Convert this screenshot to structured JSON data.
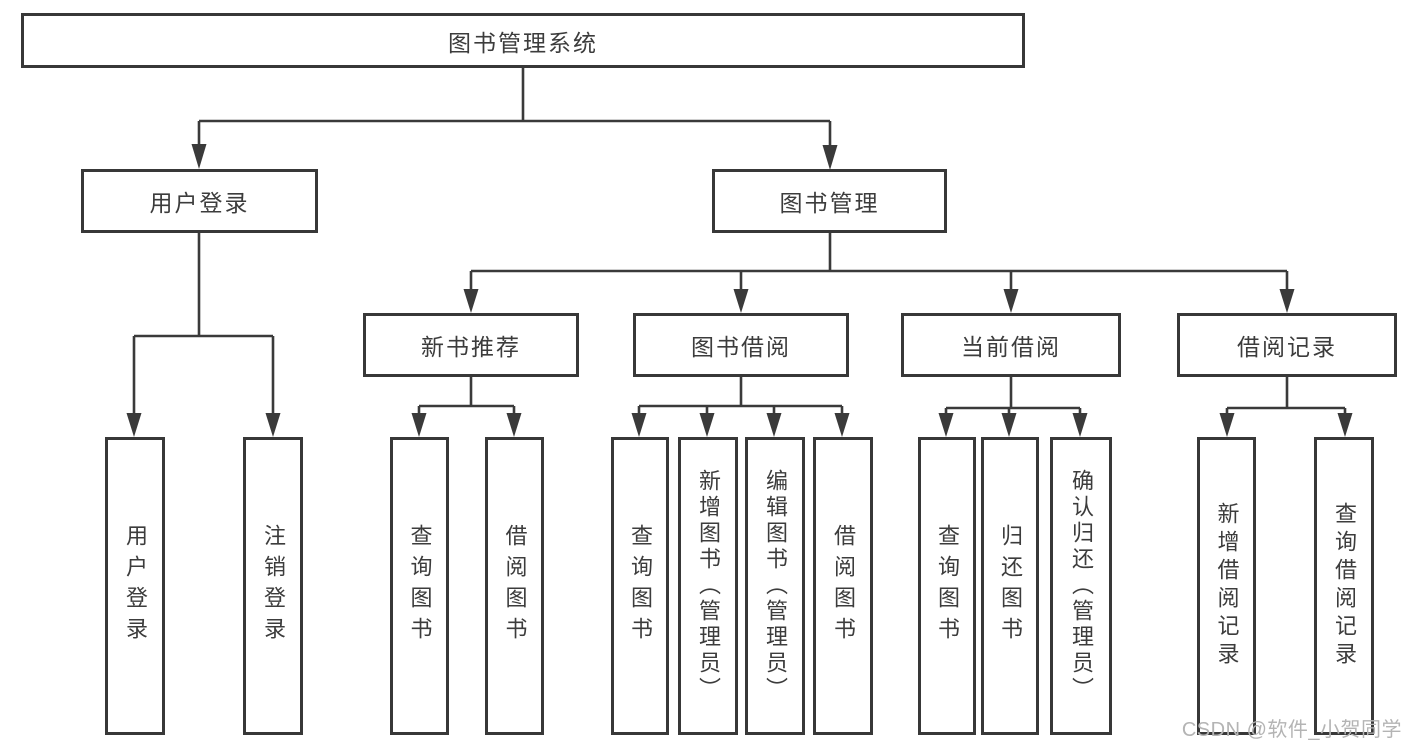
{
  "diagram": {
    "title": "图书管理系统",
    "type": "hierarchy-tree",
    "tree": {
      "root": {
        "label": "图书管理系统"
      },
      "branches": [
        {
          "label": "用户登录",
          "children": [
            {
              "label": "用户登录"
            },
            {
              "label": "注销登录"
            }
          ]
        },
        {
          "label": "图书管理",
          "groups": [
            {
              "label": "新书推荐",
              "children": [
                {
                  "label": "查询图书"
                },
                {
                  "label": "借阅图书"
                }
              ]
            },
            {
              "label": "图书借阅",
              "children": [
                {
                  "label": "查询图书"
                },
                {
                  "label": "新增图书（管理员）"
                },
                {
                  "label": "编辑图书（管理员）"
                },
                {
                  "label": "借阅图书"
                }
              ]
            },
            {
              "label": "当前借阅",
              "children": [
                {
                  "label": "查询图书"
                },
                {
                  "label": "归还图书"
                },
                {
                  "label": "确认归还（管理员）"
                }
              ]
            },
            {
              "label": "借阅记录",
              "children": [
                {
                  "label": "新增借阅记录"
                },
                {
                  "label": "查询借阅记录"
                }
              ]
            }
          ]
        }
      ]
    },
    "colors": {
      "line": "#3a3a3a",
      "border": "#383838",
      "text": "#3c3c3c",
      "watermark": "#b4b4b4",
      "background": "#ffffff"
    }
  },
  "watermark": {
    "text": "CSDN @软件_小贺同学"
  }
}
